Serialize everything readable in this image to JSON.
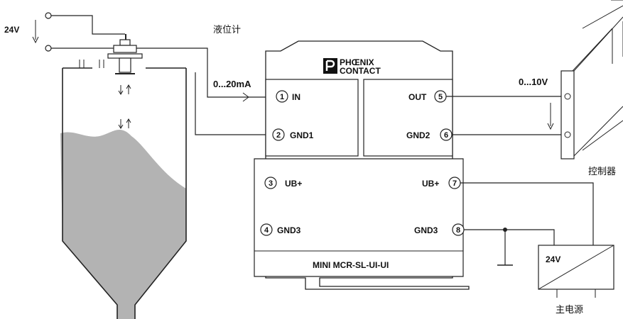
{
  "labels": {
    "supply_24v": "24V",
    "level_meter": "液位计",
    "current_range": "0...20mA",
    "voltage_range": "0...10V",
    "controller": "控制器",
    "main_power": "主电源",
    "psu_voltage": "24V",
    "model": "MINI MCR-SL-UI-UI",
    "brand_line1": "PHŒNIX",
    "brand_line2": "CONTACT"
  },
  "terminals": [
    {
      "num": "1",
      "label": "IN"
    },
    {
      "num": "2",
      "label": "GND1"
    },
    {
      "num": "3",
      "label": "UB+"
    },
    {
      "num": "4",
      "label": "GND3"
    },
    {
      "num": "5",
      "label": "OUT"
    },
    {
      "num": "6",
      "label": "GND2"
    },
    {
      "num": "7",
      "label": "UB+"
    },
    {
      "num": "8",
      "label": "GND3"
    }
  ],
  "colors": {
    "liquid": "#b3b3b3",
    "line": "#222222"
  }
}
